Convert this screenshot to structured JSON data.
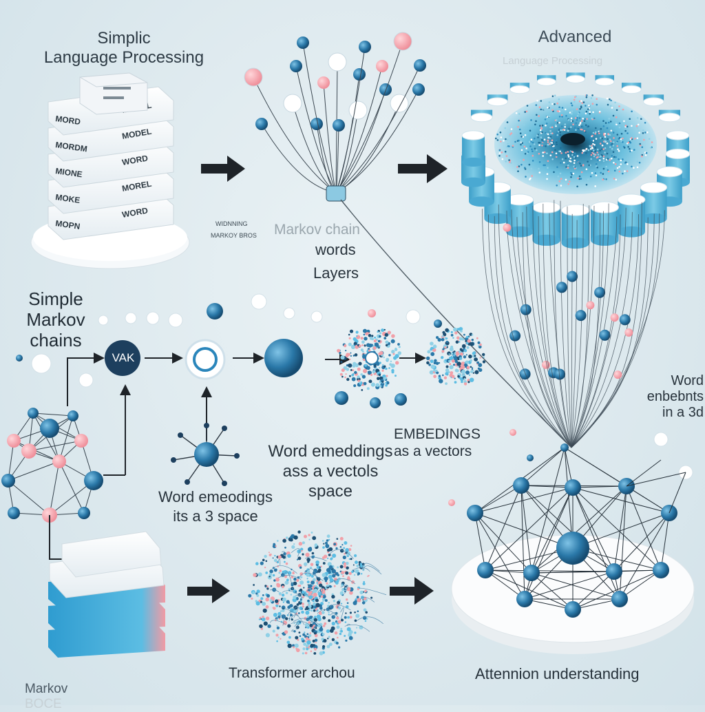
{
  "headings": {
    "simple_language": "Simplic\nLanguage Processing",
    "advanced": "Advanced",
    "advanced_sub": "Language Processing",
    "simple_markov": "Simple\nMarkov\nchains",
    "word_right": "Word\nenbebnts\nin a 3d"
  },
  "labels": {
    "markov_chain": "Markov chain",
    "words": "words",
    "layers": "Layers",
    "embeddings_right": "EMBEDINGS\nas a vectors",
    "word_emb_center": "Word emeddings\nass a vectols\nspace",
    "word_emb_left": "Word emeodings\nits a 3 space",
    "tiny_label_1": "WIDNNING",
    "tiny_label_2": "MARKOY BROS",
    "node_vak": "VAK",
    "bottom_left": "Markov",
    "bottom_left_faint": "BOCE",
    "bottom_center": "Transformer archou",
    "bottom_right": "Attennion understanding"
  },
  "stack_labels": [
    "MOPN",
    "MOKE",
    "MIONE",
    "MORDM",
    "MORD"
  ],
  "stack_labels_right": [
    "WORD",
    "MOREL",
    "WORD",
    "MODEL",
    "MODEL"
  ],
  "colors": {
    "blue": "#2f8fc0",
    "dark_blue": "#1d4f73",
    "node": "#2a78a8",
    "pink": "#f1a0a8",
    "arrow": "#1e2328",
    "light_blue": "#8fd0e6",
    "cylinder_top": "#ffffff",
    "cylinder_side": "#5bb4d8"
  },
  "icons": [
    "right-arrow-icon",
    "neural-node-icon",
    "document-stack-icon",
    "transformer-ring-icon",
    "network-graph-icon"
  ]
}
